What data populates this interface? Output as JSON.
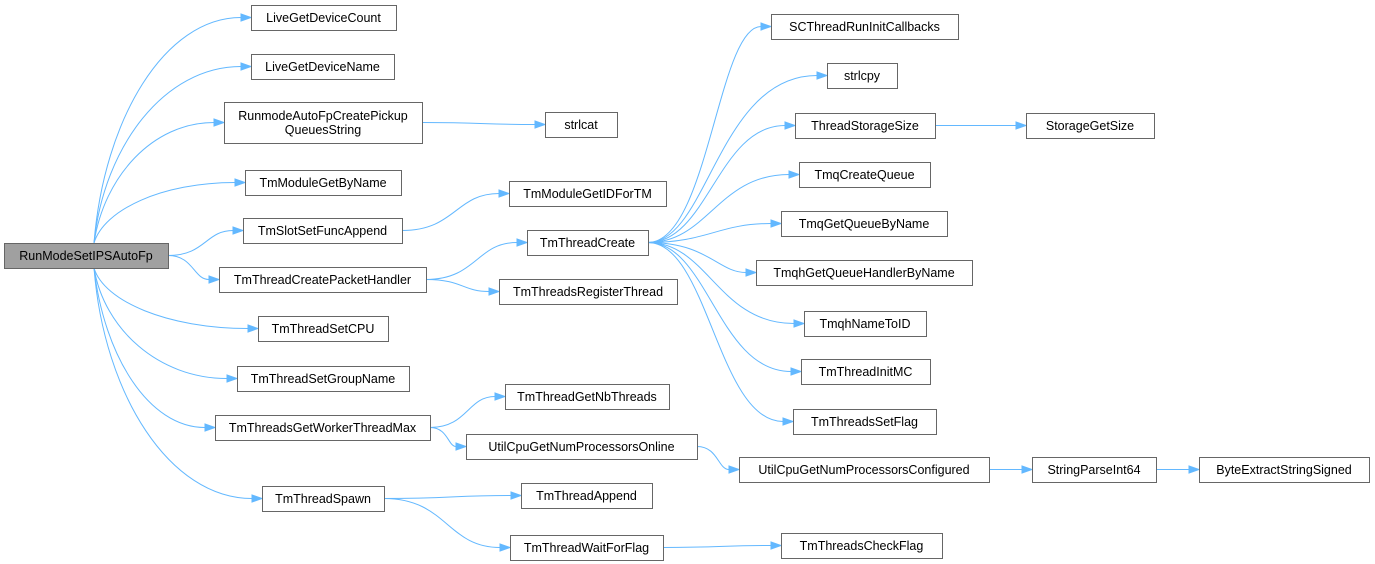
{
  "graph": {
    "nodes": {
      "root": {
        "lines": [
          "RunModeSetIPSAutoFp"
        ]
      },
      "lgdc": {
        "lines": [
          "LiveGetDeviceCount"
        ]
      },
      "lgdn": {
        "lines": [
          "LiveGetDeviceName"
        ]
      },
      "rafcp": {
        "lines": [
          "RunmodeAutoFpCreatePickup",
          "QueuesString"
        ]
      },
      "strlcat": {
        "lines": [
          "strlcat"
        ]
      },
      "tmgbn": {
        "lines": [
          "TmModuleGetByName"
        ]
      },
      "tssfa": {
        "lines": [
          "TmSlotSetFuncAppend"
        ]
      },
      "tmgid": {
        "lines": [
          "TmModuleGetIDForTM"
        ]
      },
      "ttcph": {
        "lines": [
          "TmThreadCreatePacketHandler"
        ]
      },
      "ttc": {
        "lines": [
          "TmThreadCreate"
        ]
      },
      "ttrt": {
        "lines": [
          "TmThreadsRegisterThread"
        ]
      },
      "ttscpu": {
        "lines": [
          "TmThreadSetCPU"
        ]
      },
      "ttsgn": {
        "lines": [
          "TmThreadSetGroupName"
        ]
      },
      "ttgwtm": {
        "lines": [
          "TmThreadsGetWorkerThreadMax"
        ]
      },
      "ttgnt": {
        "lines": [
          "TmThreadGetNbThreads"
        ]
      },
      "ucgnpo": {
        "lines": [
          "UtilCpuGetNumProcessorsOnline"
        ]
      },
      "ucgnpc": {
        "lines": [
          "UtilCpuGetNumProcessorsConfigured"
        ]
      },
      "spi64": {
        "lines": [
          "StringParseInt64"
        ]
      },
      "bess": {
        "lines": [
          "ByteExtractStringSigned"
        ]
      },
      "tts": {
        "lines": [
          "TmThreadSpawn"
        ]
      },
      "tta": {
        "lines": [
          "TmThreadAppend"
        ]
      },
      "ttwff": {
        "lines": [
          "TmThreadWaitForFlag"
        ]
      },
      "ttcf": {
        "lines": [
          "TmThreadsCheckFlag"
        ]
      },
      "sctric": {
        "lines": [
          "SCThreadRunInitCallbacks"
        ]
      },
      "strlcpy": {
        "lines": [
          "strlcpy"
        ]
      },
      "tsts": {
        "lines": [
          "ThreadStorageSize"
        ]
      },
      "sgs": {
        "lines": [
          "StorageGetSize"
        ]
      },
      "tmqcq": {
        "lines": [
          "TmqCreateQueue"
        ]
      },
      "tmqgqbn": {
        "lines": [
          "TmqGetQueueByName"
        ]
      },
      "tmqhgq": {
        "lines": [
          "TmqhGetQueueHandlerByName"
        ]
      },
      "tmqhnti": {
        "lines": [
          "TmqhNameToID"
        ]
      },
      "ttimc": {
        "lines": [
          "TmThreadInitMC"
        ]
      },
      "ttsf": {
        "lines": [
          "TmThreadsSetFlag"
        ]
      }
    },
    "edges": [
      [
        "root",
        "lgdc"
      ],
      [
        "root",
        "lgdn"
      ],
      [
        "root",
        "rafcp"
      ],
      [
        "root",
        "tmgbn"
      ],
      [
        "root",
        "tssfa"
      ],
      [
        "root",
        "ttcph"
      ],
      [
        "root",
        "ttscpu"
      ],
      [
        "root",
        "ttsgn"
      ],
      [
        "root",
        "ttgwtm"
      ],
      [
        "root",
        "tts"
      ],
      [
        "rafcp",
        "strlcat"
      ],
      [
        "tssfa",
        "tmgid"
      ],
      [
        "ttcph",
        "ttc"
      ],
      [
        "ttcph",
        "ttrt"
      ],
      [
        "ttgwtm",
        "ttgnt"
      ],
      [
        "ttgwtm",
        "ucgnpo"
      ],
      [
        "ucgnpo",
        "ucgnpc"
      ],
      [
        "ucgnpc",
        "spi64"
      ],
      [
        "spi64",
        "bess"
      ],
      [
        "tts",
        "tta"
      ],
      [
        "tts",
        "ttwff"
      ],
      [
        "ttwff",
        "ttcf"
      ],
      [
        "ttc",
        "sctric"
      ],
      [
        "ttc",
        "strlcpy"
      ],
      [
        "ttc",
        "tsts"
      ],
      [
        "ttc",
        "tmqcq"
      ],
      [
        "ttc",
        "tmqgqbn"
      ],
      [
        "ttc",
        "tmqhgq"
      ],
      [
        "ttc",
        "tmqhnti"
      ],
      [
        "ttc",
        "ttimc"
      ],
      [
        "ttc",
        "ttsf"
      ],
      [
        "tsts",
        "sgs"
      ]
    ]
  }
}
